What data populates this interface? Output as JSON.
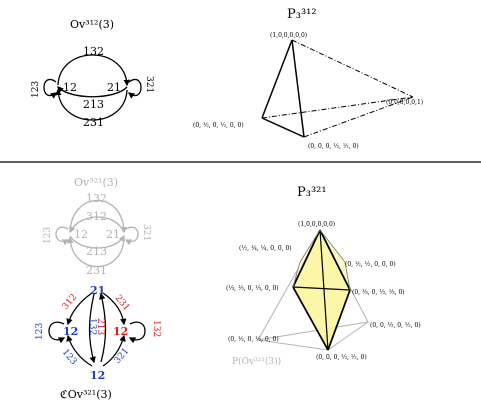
{
  "top_left": {
    "title": "Ov³¹²(3)",
    "node_left": "12",
    "node_right": "21",
    "edge_top": "132",
    "edge_mid": "213",
    "edge_bottom": "231",
    "loop_left": "123",
    "loop_right": "321"
  },
  "top_right": {
    "title": "P₃³¹²",
    "v_top": "(1,0,0,0,0,0)",
    "v_right": "(0,0,0,0,0,1)",
    "v_left": "(0, ½, 0, ½, 0, 0)",
    "v_bottom": "(0, 0, 0, ½, ½, 0)"
  },
  "bottom_left_gray": {
    "title": "Ov³²¹(3)",
    "node_left": "12",
    "node_right": "21",
    "edge_top": "132",
    "edge_mid": "312",
    "edge_mid2": "213",
    "edge_bottom": "231",
    "loop_left": "123",
    "loop_right": "321"
  },
  "bottom_left_color": {
    "title": "ℭOv³²¹(3)",
    "node_top": "21",
    "node_left": "12",
    "node_right": "12",
    "node_bottom": "12",
    "edge_tl": "312",
    "edge_tr": "231",
    "edge_bl": "123",
    "edge_br": "321",
    "edge_mid1": "132",
    "edge_mid2": "213",
    "loop_left": "123",
    "loop_right": "132"
  },
  "bottom_right": {
    "title": "P₃³²¹",
    "v_top": "(1,0,0,0,0,0)",
    "v_a": "(½, ¼, ¼, 0, 0, 0)",
    "v_b": "(0, ½, ½, 0, 0, 0)",
    "v_c": "(⅓, ⅓, 0, ⅓, 0, 0)",
    "v_d": "(0, ⅓, 0, ⅓, ⅓, 0)",
    "v_e": "(0, 0, ½, 0, ½, 0)",
    "v_f": "(0, ½, 0, ½, 0, 0)",
    "v_bottom": "(0, 0, 0, ½, ½, 0)",
    "subtitle": "P(Ov³²¹(3))"
  },
  "colors": {
    "black": "#000000",
    "gray": "#b3b3b3",
    "red": "#e41a1c",
    "blue": "#1f3fbf",
    "yellow": "#fbf59a"
  }
}
